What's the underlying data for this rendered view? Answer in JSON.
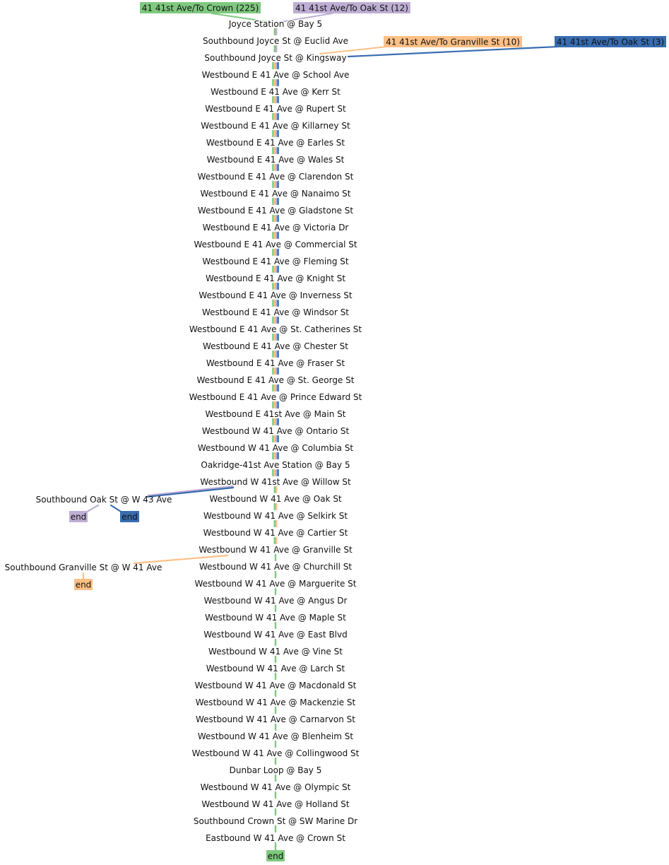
{
  "colors": {
    "crown": "#7fc97f",
    "oak12": "#beaed4",
    "granville": "#fdc086",
    "oak3": "#386cb0"
  },
  "routes": [
    {
      "id": "crown",
      "label": "41 41st Ave/To Crown (225)",
      "color": "#7fc97f"
    },
    {
      "id": "oak12",
      "label": "41 41st Ave/To Oak St (12)",
      "color": "#beaed4"
    },
    {
      "id": "granville",
      "label": "41 41st Ave/To Granville St (10)",
      "color": "#fdc086"
    },
    {
      "id": "oak3",
      "label": "41 41st Ave/To Oak St (3)",
      "color": "#386cb0"
    }
  ],
  "end_label": "end",
  "stops": [
    "Joyce Station @ Bay 5",
    "Southbound Joyce St @ Euclid Ave",
    "Southbound Joyce St @ Kingsway",
    "Westbound E 41 Ave @ School Ave",
    "Westbound E 41 Ave @ Kerr St",
    "Westbound E 41 Ave @ Rupert St",
    "Westbound E 41 Ave @ Killarney St",
    "Westbound E 41 Ave @ Earles St",
    "Westbound E 41 Ave @ Wales St",
    "Westbound E 41 Ave @ Clarendon St",
    "Westbound E 41 Ave @ Nanaimo St",
    "Westbound E 41 Ave @ Gladstone St",
    "Westbound E 41 Ave @ Victoria Dr",
    "Westbound E 41 Ave @ Commercial St",
    "Westbound E 41 Ave @ Fleming St",
    "Westbound E 41 Ave @ Knight St",
    "Westbound E 41 Ave @ Inverness St",
    "Westbound E 41 Ave @ Windsor St",
    "Westbound E 41 Ave @ St. Catherines St",
    "Westbound E 41 Ave @ Chester St",
    "Westbound E 41 Ave @ Fraser St",
    "Westbound E 41 Ave @ St. George St",
    "Westbound E 41 Ave @ Prince Edward St",
    "Westbound E 41st Ave @ Main St",
    "Westbound W 41 Ave @ Ontario St",
    "Westbound W 41 Ave @ Columbia St",
    "Oakridge-41st Ave Station @ Bay 5",
    "Westbound W 41st Ave @ Willow St",
    "Westbound W 41 Ave @ Oak St",
    "Westbound W 41 Ave @ Selkirk St",
    "Westbound W 41 Ave @ Cartier St",
    "Westbound W 41 Ave @ Granville St",
    "Westbound W 41 Ave @ Churchill St",
    "Westbound W 41 Ave @ Marguerite St",
    "Westbound W 41 Ave @ Angus Dr",
    "Westbound W 41 Ave @ Maple St",
    "Westbound W 41 Ave @ East Blvd",
    "Westbound W 41 Ave @ Vine St",
    "Westbound W 41 Ave @ Larch St",
    "Westbound W 41 Ave @ Macdonald St",
    "Westbound W 41 Ave @ Mackenzie St",
    "Westbound W 41 Ave @ Carnarvon St",
    "Westbound W 41 Ave @ Blenheim St",
    "Westbound W 41 Ave @ Collingwood St",
    "Dunbar Loop @ Bay 5",
    "Westbound W 41 Ave @ Olympic St",
    "Westbound W 41 Ave @ Holland St",
    "Southbound Crown St @ SW Marine Dr",
    "Eastbound W 41 Ave @ Crown St"
  ],
  "branches": {
    "oak": "Southbound Oak St @ W 43 Ave",
    "granville": "Southbound Granville St @ W 41 Ave"
  }
}
